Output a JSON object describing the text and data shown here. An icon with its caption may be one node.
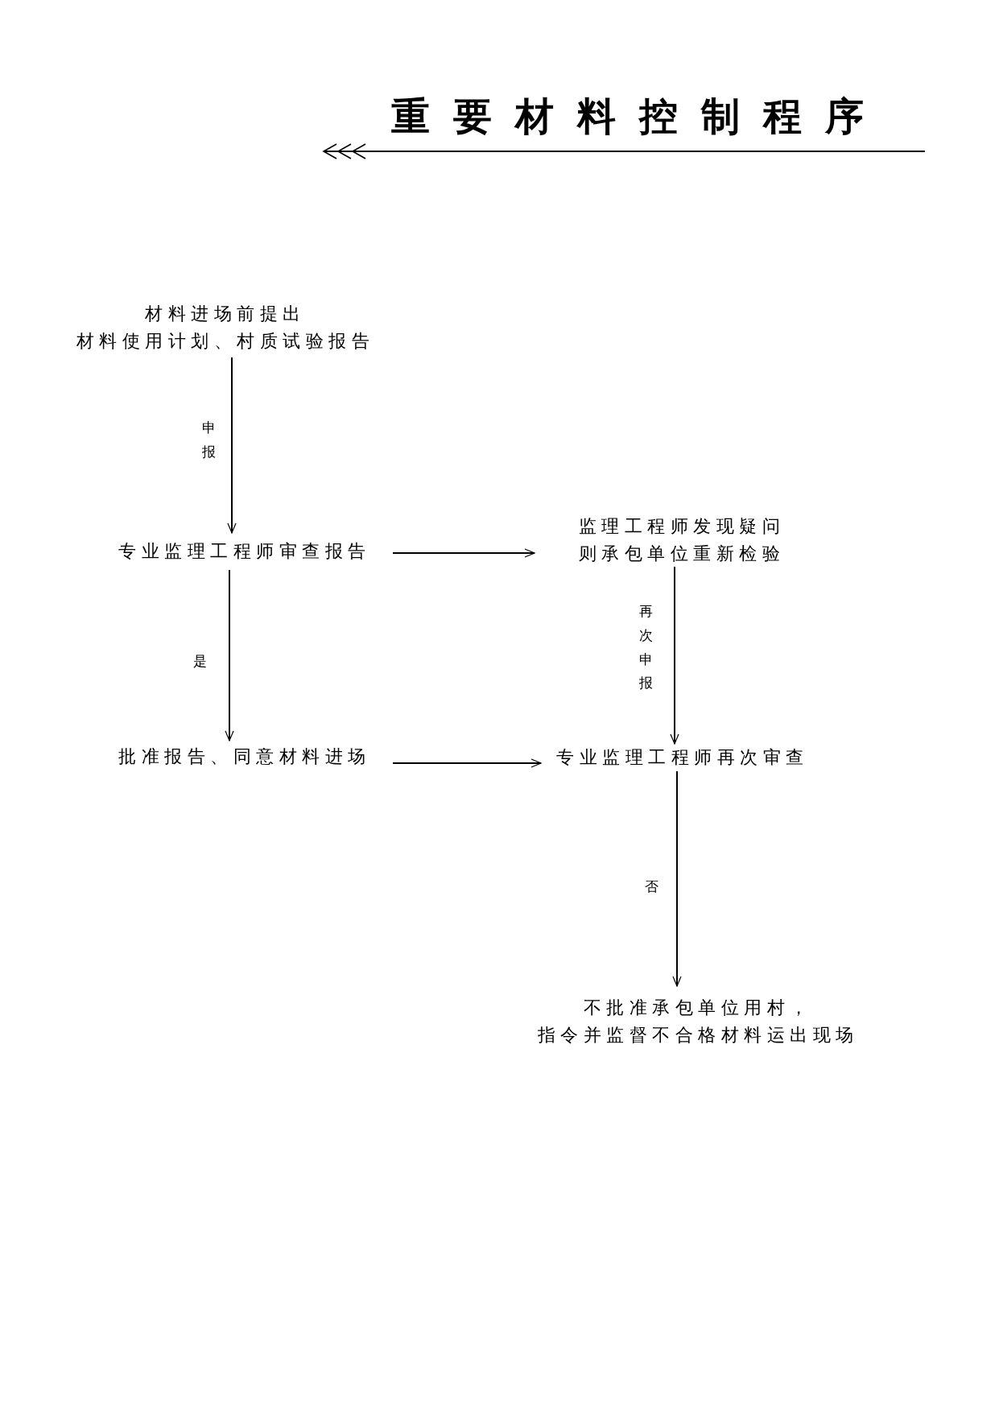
{
  "diagram": {
    "title": "重要材料控制程序",
    "nodes": [
      {
        "text": [
          "材料进场前提出",
          "材料使用计划、村质试验报告"
        ]
      },
      {
        "text": [
          "专业监理工程师审查报告"
        ]
      },
      {
        "text": [
          "监理工程师发现疑问",
          "则承包单位重新检验"
        ]
      },
      {
        "text": [
          "批准报告、同意材料进场"
        ]
      },
      {
        "text": [
          "专业监理工程师再次审查"
        ]
      },
      {
        "text": [
          "不批准承包单位用村，",
          "指令并监督不合格材料运出现场"
        ]
      }
    ],
    "edges": [
      {
        "from": 0,
        "to": 1,
        "arrow": "to",
        "label": "申报"
      },
      {
        "from": 1,
        "to": 2,
        "arrow": "to"
      },
      {
        "from": 1,
        "to": 3,
        "arrow": "to",
        "label": "是"
      },
      {
        "from": 2,
        "to": 4,
        "arrow": "to",
        "label": "再次申报"
      },
      {
        "from": 3,
        "to": 4,
        "arrow": "to"
      },
      {
        "from": 4,
        "to": 5,
        "arrow": "to",
        "label": "否"
      }
    ]
  }
}
